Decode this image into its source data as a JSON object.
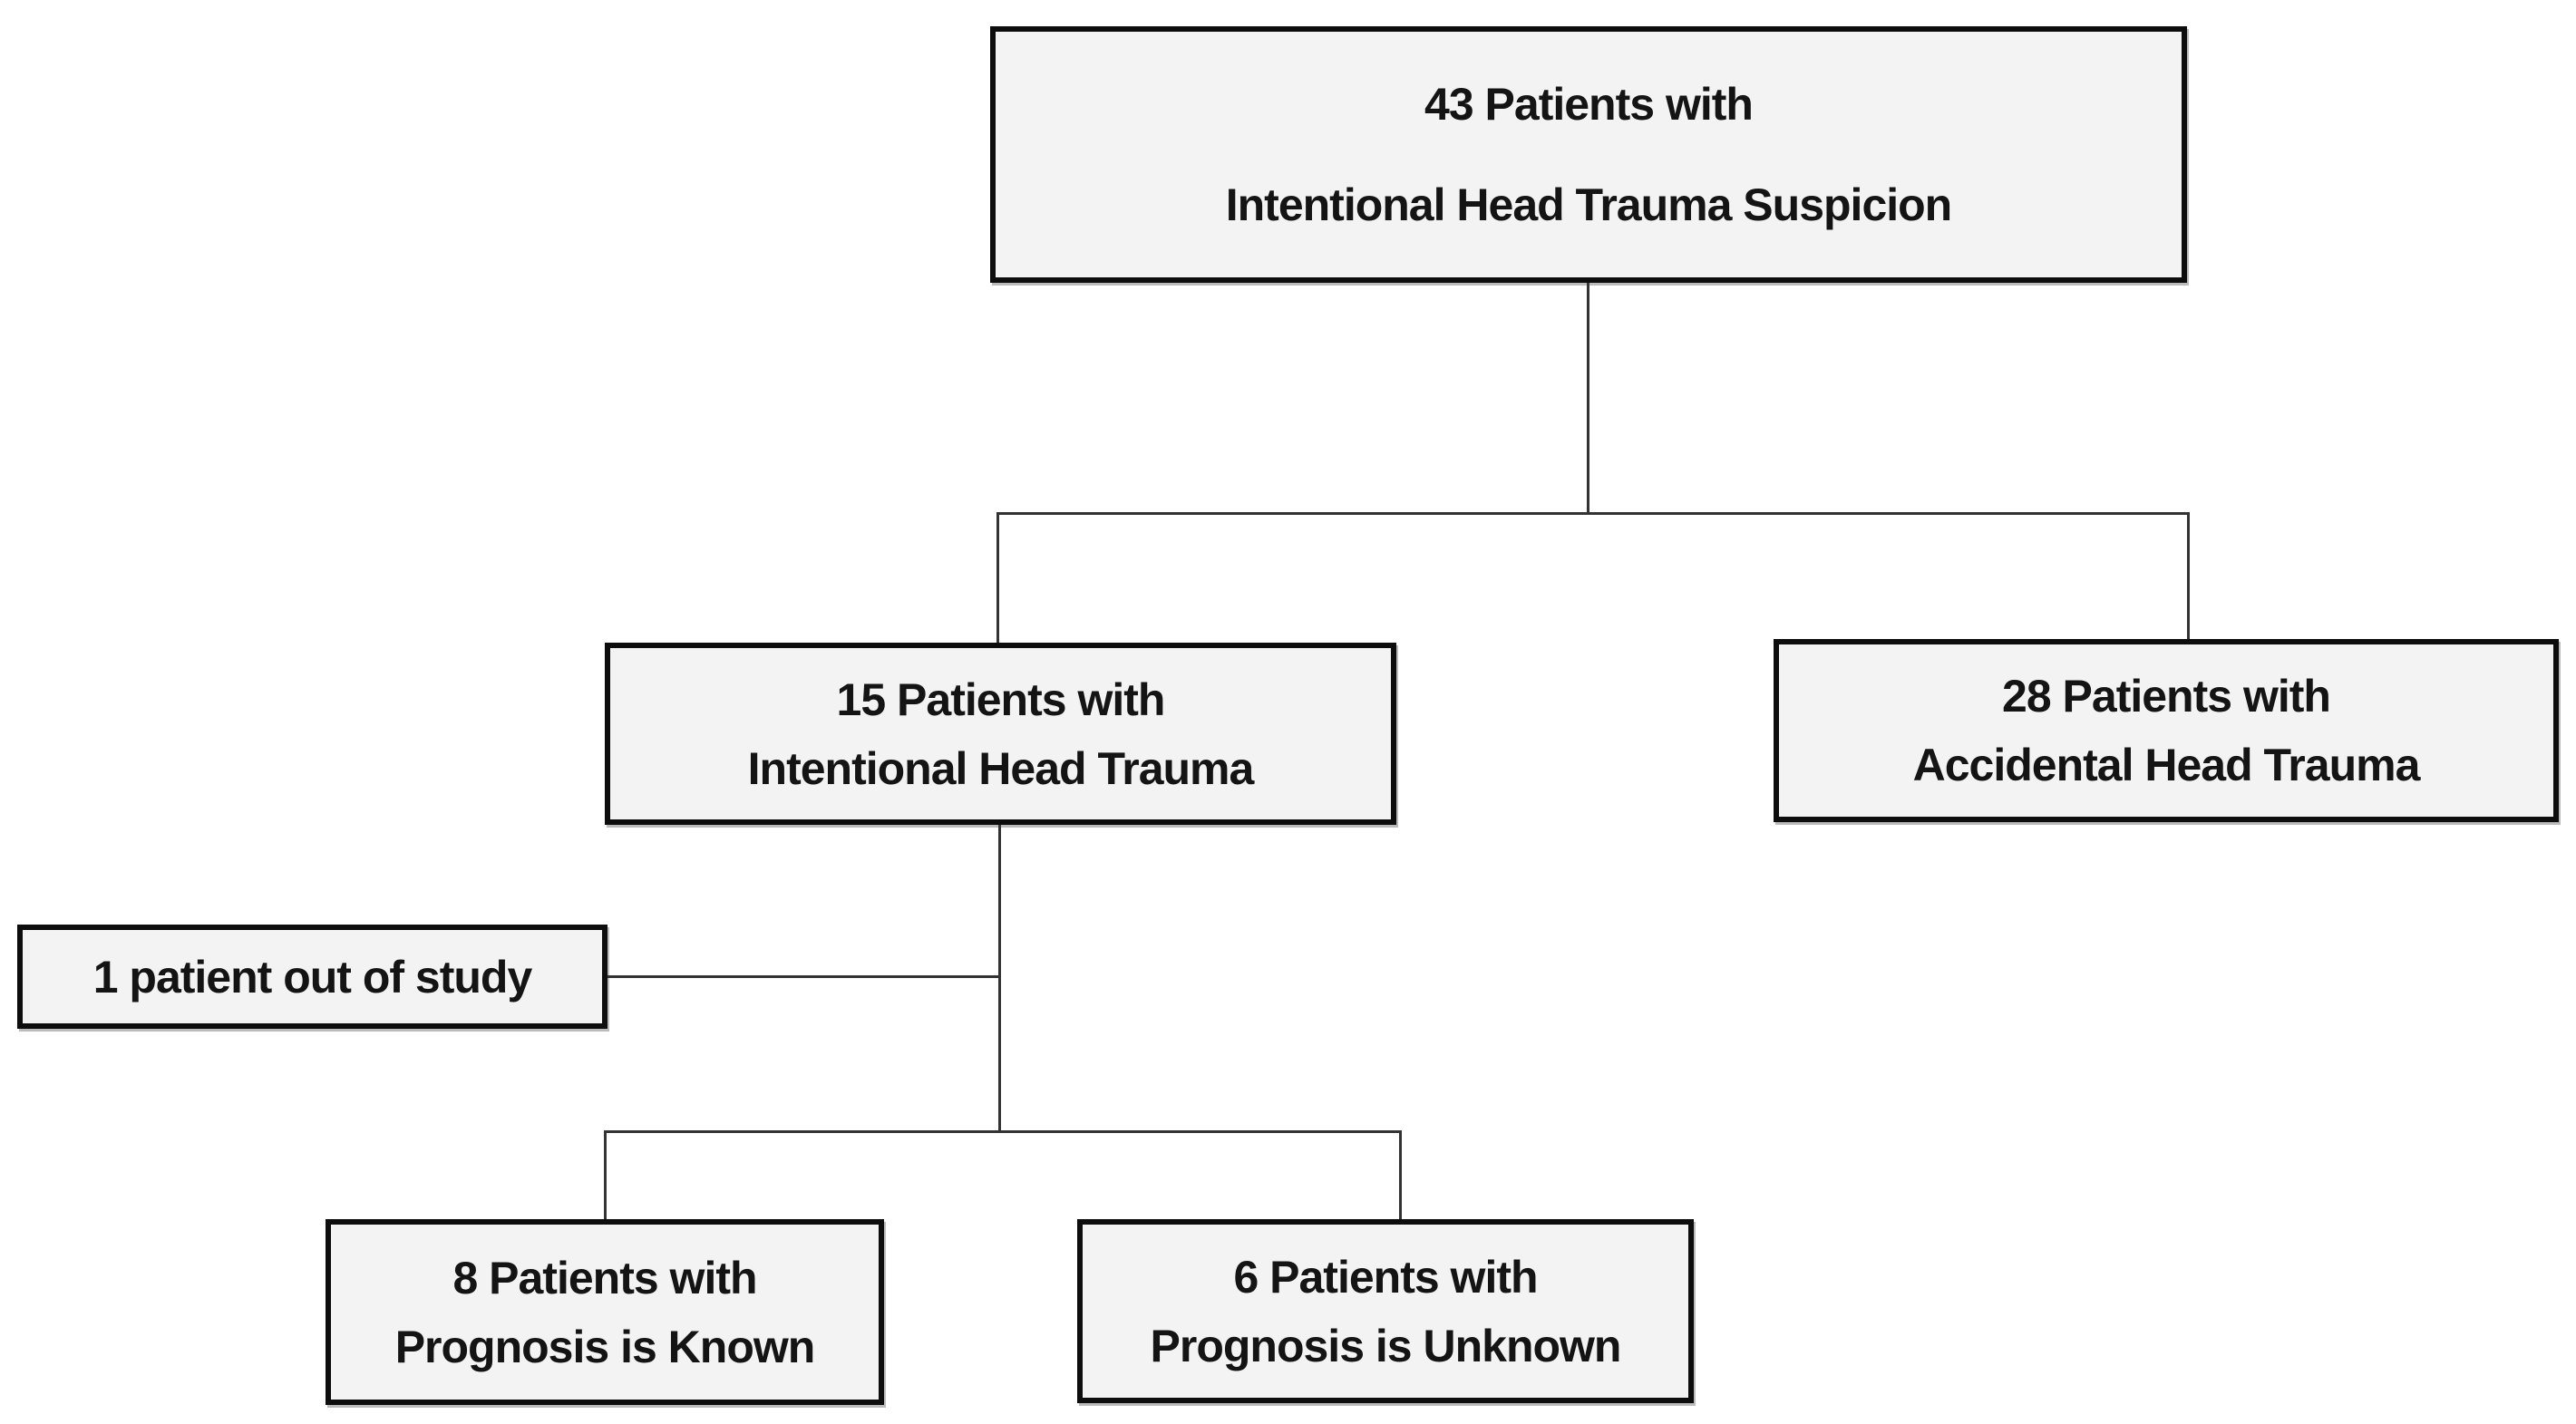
{
  "diagram": {
    "type": "flowchart",
    "colors": {
      "background": "#ffffff",
      "box_fill": "#f3f3f3",
      "box_border": "#0d0d0d",
      "connector": "#333333",
      "text": "#141414"
    },
    "nodes": {
      "root": {
        "count": 43,
        "line1": "43 Patients with",
        "line2": "Intentional Head Trauma Suspicion"
      },
      "intentional": {
        "count": 15,
        "line1": "15 Patients with",
        "line2": "Intentional Head Trauma"
      },
      "accidental": {
        "count": 28,
        "line1": "28 Patients with",
        "line2": "Accidental Head Trauma"
      },
      "out_of_study": {
        "count": 1,
        "line1": "1 patient out of study"
      },
      "known": {
        "count": 8,
        "line1": "8 Patients with",
        "line2": "Prognosis is Known"
      },
      "unknown": {
        "count": 6,
        "line1": "6 Patients with",
        "line2": "Prognosis is Unknown"
      }
    },
    "edges": [
      {
        "from": "root",
        "to": "intentional"
      },
      {
        "from": "root",
        "to": "accidental"
      },
      {
        "from": "intentional",
        "to": "out_of_study"
      },
      {
        "from": "intentional",
        "to": "known"
      },
      {
        "from": "intentional",
        "to": "unknown"
      }
    ]
  }
}
